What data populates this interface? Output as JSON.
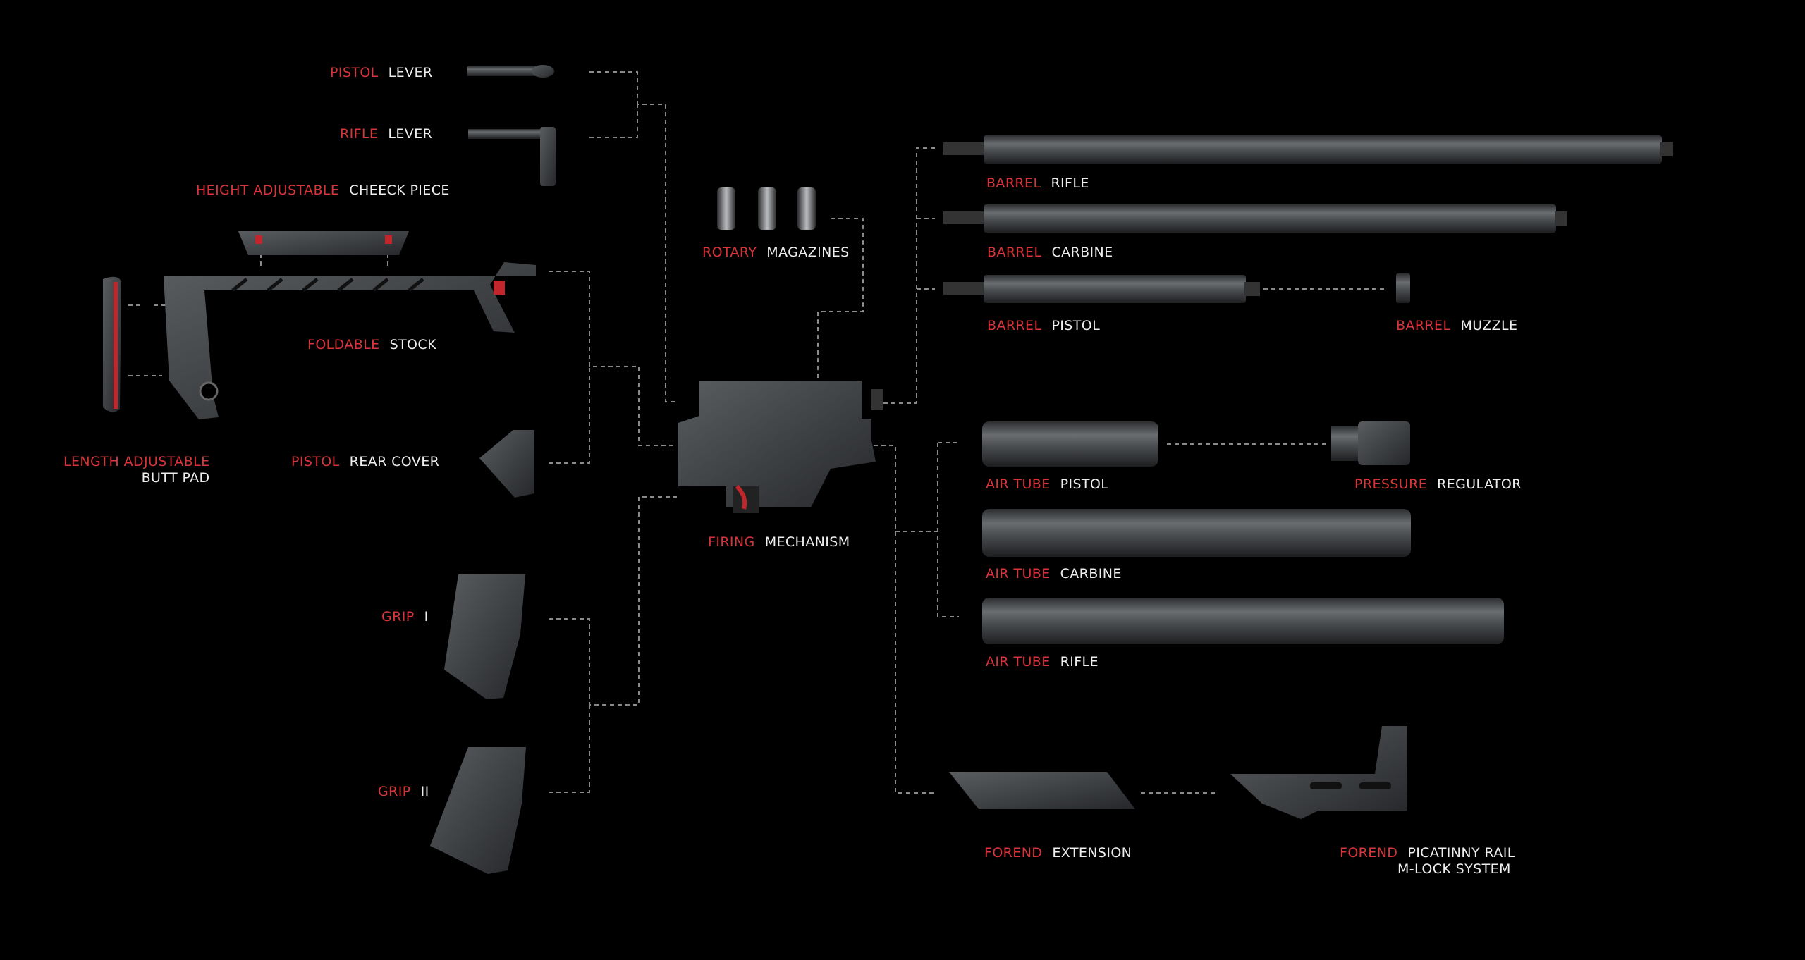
{
  "colors": {
    "background": "#000000",
    "accent_red": "#d8353a",
    "text_white": "#eeeeee",
    "part_gray": "#4a4d50",
    "connector": "#8a8a8a"
  },
  "labels": {
    "pistol_lever": {
      "accent": "PISTOL",
      "name": "LEVER"
    },
    "rifle_lever": {
      "accent": "RIFLE",
      "name": "LEVER"
    },
    "cheek_piece": {
      "accent": "HEIGHT ADJUSTABLE",
      "name": "CHEECK PIECE"
    },
    "stock": {
      "accent": "FOLDABLE",
      "name": "STOCK"
    },
    "butt_pad": {
      "accent": "LENGTH ADJUSTABLE",
      "name": "BUTT PAD"
    },
    "rear_cover": {
      "accent": "PISTOL",
      "name": "REAR COVER"
    },
    "grip_1": {
      "accent": "GRIP",
      "name": "I"
    },
    "grip_2": {
      "accent": "GRIP",
      "name": "II"
    },
    "magazines": {
      "accent": "ROTARY",
      "name": "MAGAZINES"
    },
    "firing": {
      "accent": "FIRING",
      "name": "MECHANISM"
    },
    "barrel_rifle": {
      "accent": "BARREL",
      "name": "RIFLE"
    },
    "barrel_carbine": {
      "accent": "BARREL",
      "name": "CARBINE"
    },
    "barrel_pistol": {
      "accent": "BARREL",
      "name": "PISTOL"
    },
    "barrel_muzzle": {
      "accent": "BARREL",
      "name": "MUZZLE"
    },
    "airtube_pistol": {
      "accent": "AIR TUBE",
      "name": "PISTOL"
    },
    "pressure_reg": {
      "accent": "PRESSURE",
      "name": "REGULATOR"
    },
    "airtube_carbine": {
      "accent": "AIR TUBE",
      "name": "CARBINE"
    },
    "airtube_rifle": {
      "accent": "AIR TUBE",
      "name": "RIFLE"
    },
    "forend_ext": {
      "accent": "FOREND",
      "name": "EXTENSION"
    },
    "forend_rail": {
      "accent": "FOREND",
      "name": "PICATINNY RAIL",
      "name2": "M-LOCK SYSTEM"
    }
  }
}
